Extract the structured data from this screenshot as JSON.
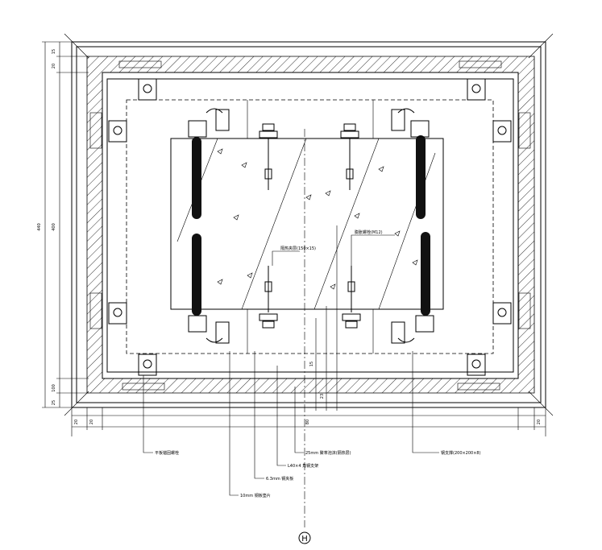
{
  "drawing": {
    "grid_axis": "H",
    "dimensions": {
      "total_height": "440",
      "top_margin": "15",
      "left_top_offset": "20",
      "bottom_left": "25",
      "center_height": "400",
      "bottom_inner": "100",
      "bottom_offset": "20",
      "left_inner": "20",
      "right_inner": "20",
      "center_mark": "80",
      "mid_a": "15",
      "mid_b": "23"
    },
    "callouts": {
      "slab_wedge": "平板锚固螺栓",
      "clamp_6mm": "6.3mm 钢夹板",
      "plate_10mm": "10mm 钢板垫片",
      "steel_l40": "L40×4 角钢支架",
      "foam_25": "25mm 聚苯泡沫(隔热层)",
      "angle_200": "钢支撑(200×200×8)",
      "insulation": "隔热夹层(150×15)",
      "anchor_bolt": "膨胀螺栓(M12)"
    },
    "colors": {
      "line": "#000000",
      "background": "#ffffff"
    }
  }
}
